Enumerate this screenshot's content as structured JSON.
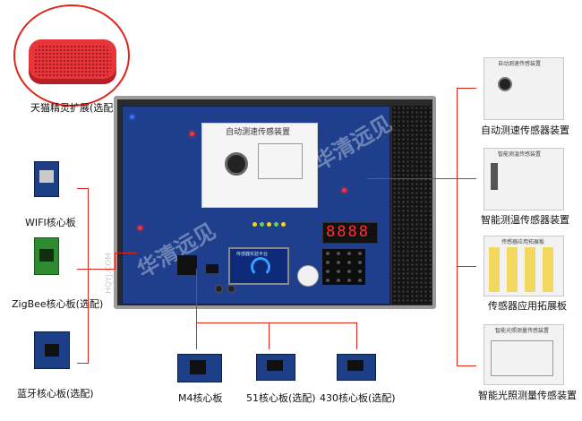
{
  "speaker": {
    "label": "天猫精灵扩展(选配)"
  },
  "main_board": {
    "panel_title": "自动测速传感装置",
    "watermark": "华清远见",
    "side_watermark": "HQYJ.COM",
    "segment_display": "8888",
    "lcd_text": "传感器实验平台"
  },
  "left_modules": [
    {
      "name": "wifi",
      "label": "WIFI核心板"
    },
    {
      "name": "zigbee",
      "label": "ZigBee核心板(选配)"
    },
    {
      "name": "bluetooth",
      "label": "蓝牙核心板(选配)"
    }
  ],
  "bottom_modules": [
    {
      "name": "m4",
      "label": "M4核心板"
    },
    {
      "name": "51",
      "label": "51核心板(选配)"
    },
    {
      "name": "430",
      "label": "430核心板(选配)"
    }
  ],
  "right_modules": [
    {
      "name": "auto-speed",
      "title": "自动测速传感装置",
      "label": "自动测速传感器装置"
    },
    {
      "name": "smart-temp",
      "title": "智能测温传感装置",
      "label": "智能测温传感器装置"
    },
    {
      "name": "sensor-expansion",
      "title": "传感器应用拓展板",
      "label": "传感器应用拓展板"
    },
    {
      "name": "light-measure",
      "title": "智能光照测量传感装置",
      "label": "智能光照测量传感装置"
    }
  ],
  "colors": {
    "accent": "#e0251b",
    "pcb_blue": "#1f3f8c"
  }
}
